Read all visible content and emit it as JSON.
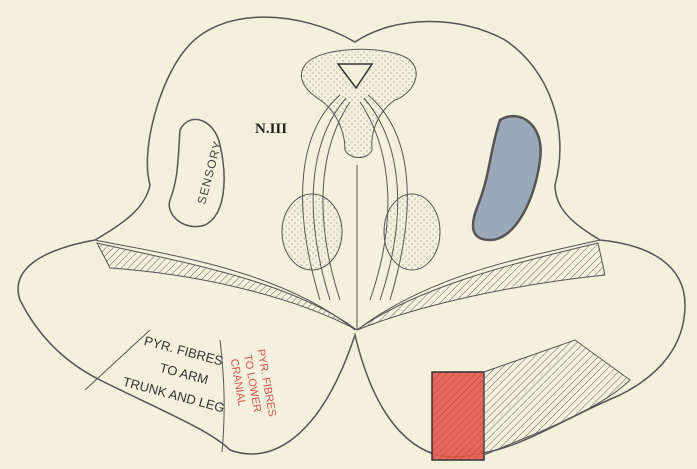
{
  "labels": {
    "nerve": "N.III",
    "sensory": "SENSORY",
    "pyr_arm_line1": "PYR. FIBRES",
    "pyr_arm_line2": "TO ARM",
    "pyr_arm_line3": "TRUNK AND LEG",
    "pyr_cranial_line1": "PYR. FIBRES",
    "pyr_cranial_line2": "TO LOWER",
    "pyr_cranial_line3": "CRANIAL"
  },
  "colors": {
    "background": "#f3f0dd",
    "outline": "#555555",
    "lesion_red": "#e25a4f",
    "lesion_blue": "#9aa8b8",
    "nucleus_fill": "#e6e2cf"
  }
}
